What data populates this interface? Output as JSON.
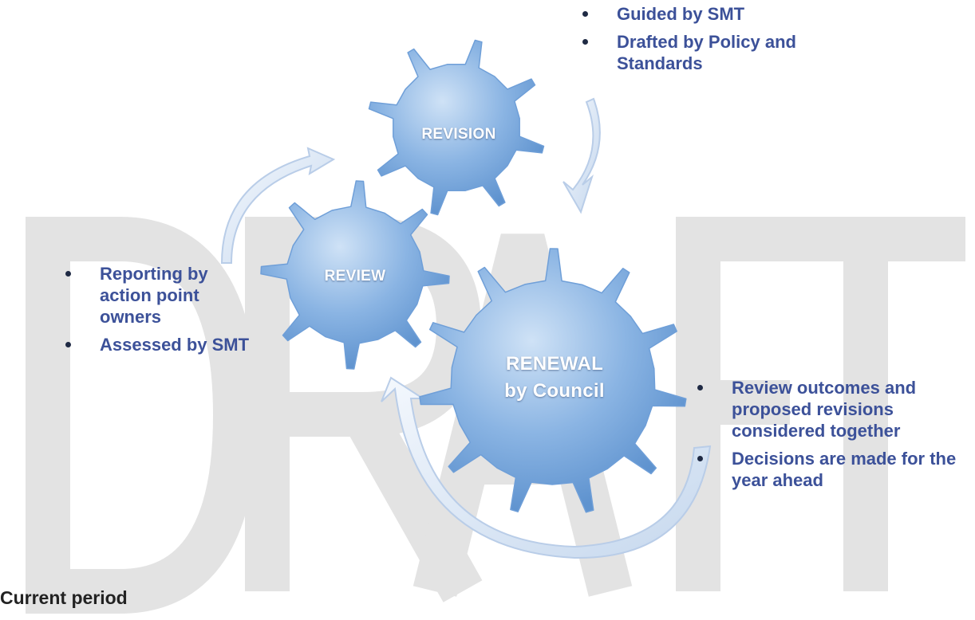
{
  "watermark": "DRAFT",
  "gears": {
    "revision": "REVISION",
    "review": "REVIEW",
    "renewal_line1": "RENEWAL",
    "renewal_line2": "by Council"
  },
  "notes": {
    "revision": [
      "Guided by SMT",
      "Drafted by Policy and Standards"
    ],
    "review": [
      "Reporting by action point owners",
      "Assessed by SMT"
    ],
    "renewal": [
      "Review outcomes and proposed revisions considered together",
      "Decisions are made for the year ahead"
    ]
  },
  "footer": {
    "heading": "Current period"
  },
  "colors": {
    "gear_fill": "#8ab4e3",
    "gear_light": "#cfe2f6",
    "text_blue": "#3c5199",
    "watermark": "#e3e3e3"
  }
}
